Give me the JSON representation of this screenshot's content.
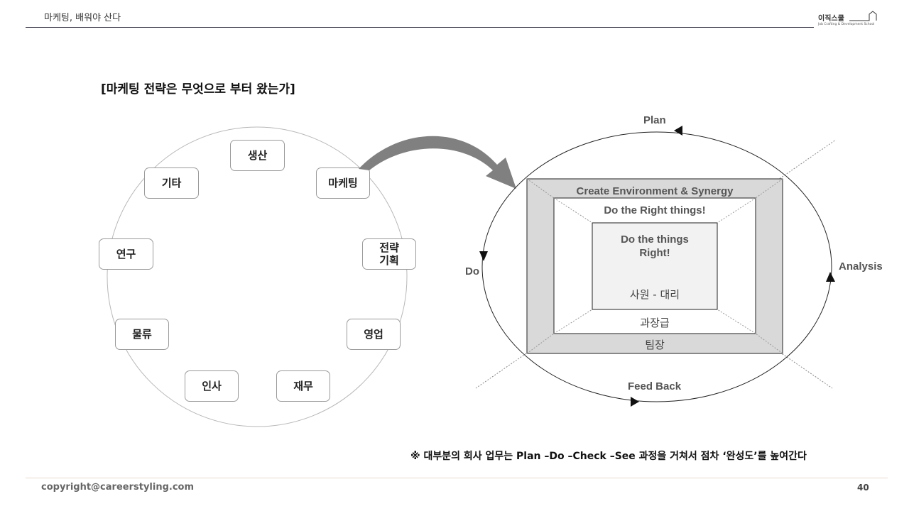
{
  "header": {
    "title": "마케팅, 배워야 산다",
    "logo_brand": "이직스쿨",
    "logo_subtitle": "Job Crafting & Development School"
  },
  "main_title": "[마케팅 전략은 무엇으로 부터 왔는가]",
  "cycle": {
    "nodes": [
      "생산",
      "마케팅",
      "전략\n기획",
      "영업",
      "재무",
      "인사",
      "물류",
      "연구",
      "기타"
    ]
  },
  "pdca": {
    "labels": {
      "plan": "Plan",
      "do": "Do",
      "analysis": "Analysis",
      "feedback": "Feed Back"
    },
    "levels": {
      "outer": "Create Environment & Synergy",
      "middle": "Do the Right things!",
      "inner_line1": "Do the things",
      "inner_line2": "Right!",
      "staff": "사원 - 대리",
      "manager": "과장급",
      "team_lead": "팀장"
    }
  },
  "note": "※ 대부분의 회사 업무는 Plan –Do –Check –See 과정을 거쳐서 점차 ‘완성도’를 높여간다",
  "footer": {
    "copyright": "copyright@careerstyling.com",
    "page": "40"
  },
  "colors": {
    "header_line": "#2a2a3a",
    "frame_fill": "#d9d9d9",
    "inner_fill": "#f2f2f2",
    "arrow": "#808080",
    "footer_line": "#e8d8cc"
  }
}
